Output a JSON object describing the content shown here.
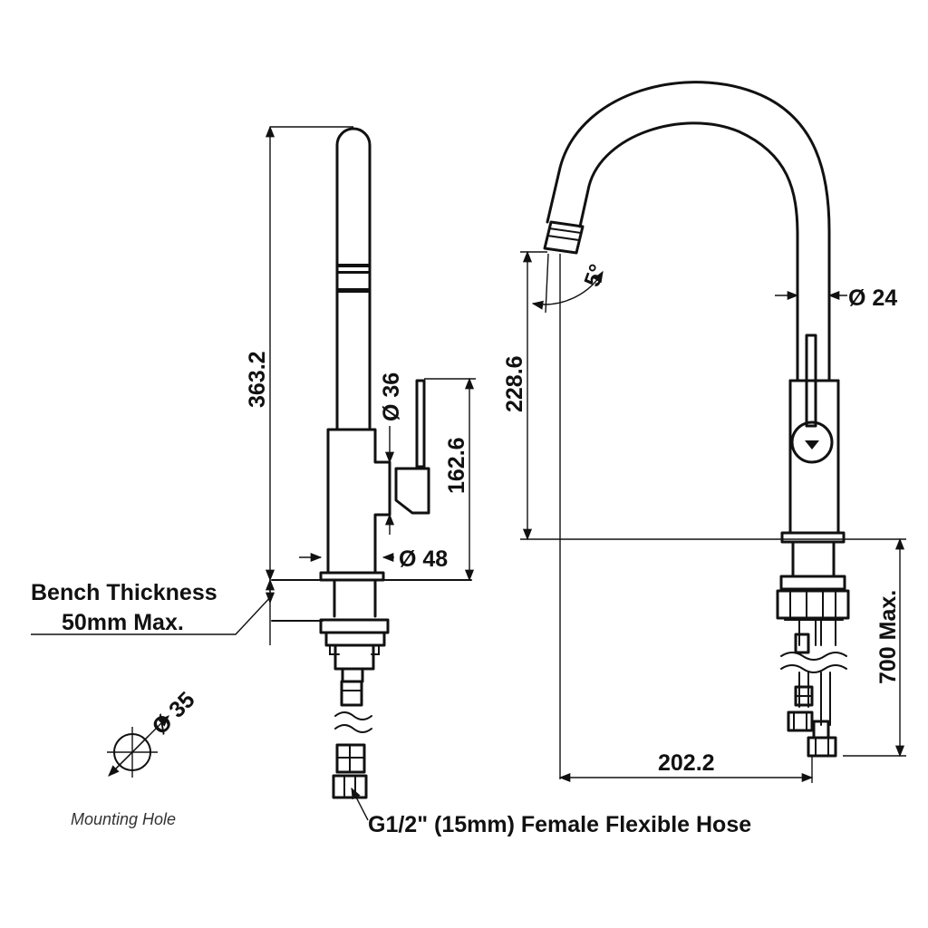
{
  "dimensions": {
    "overall_height": "363.2",
    "body_diameter": "Ø 36",
    "lever_height": "162.6",
    "base_diameter": "Ø 48",
    "spout_height": "228.6",
    "spout_diameter": "Ø 24",
    "spout_angle": "5°",
    "spout_reach": "202.2",
    "hose_length": "700 Max.",
    "mounting_hole_diameter": "Ø 35"
  },
  "labels": {
    "bench_line1": "Bench Thickness",
    "bench_line2": "50mm Max.",
    "hose": "G1/2\" (15mm) Female Flexible Hose",
    "mounting_hole": "Mounting Hole"
  }
}
